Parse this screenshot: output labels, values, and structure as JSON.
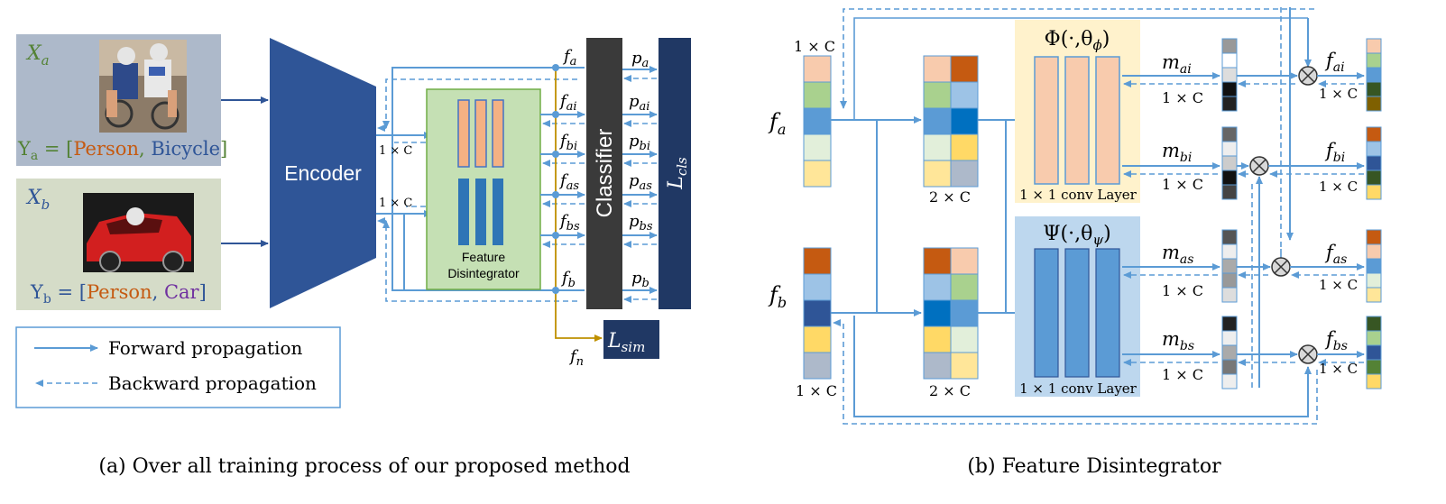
{
  "panel_a": {
    "input_a": {
      "x_label": "X",
      "x_sub": "a",
      "y_prefix": "Y",
      "y_sub": "a",
      "y_eq": " = [",
      "cls1": "Person",
      "sep": ", ",
      "cls2": "Bicycle",
      "end": "]"
    },
    "input_b": {
      "x_label": "X",
      "x_sub": "b",
      "y_prefix": "Y",
      "y_sub": "b",
      "y_eq": " = [",
      "cls1": "Person",
      "sep": ", ",
      "cls2": "Car",
      "end": "]"
    },
    "encoder_label": "Encoder",
    "dim_label_1": "1 × C",
    "dim_label_2": "1 × C",
    "disintegrator_label_1": "Feature",
    "disintegrator_label_2": "Disintegrator",
    "features": [
      "f",
      "f",
      "f",
      "f",
      "f",
      "f"
    ],
    "feature_subs": [
      "a",
      "ai",
      "bi",
      "as",
      "bs",
      "b"
    ],
    "probs": [
      "p",
      "p",
      "p",
      "p",
      "p",
      "p"
    ],
    "prob_subs": [
      "a",
      "ai",
      "bi",
      "as",
      "bs",
      "b"
    ],
    "classifier_label": "Classifier",
    "lcls_label": "L",
    "lcls_sub": "cls",
    "lsim_label": "L",
    "lsim_sub": "sim",
    "fn_label": "f",
    "fn_sub": "n",
    "legend": {
      "forward": "Forward propagation",
      "backward": "Backward propagation"
    },
    "caption": "(a) Over all training process of our proposed method"
  },
  "panel_b": {
    "fa_label": "f",
    "fa_sub": "a",
    "fb_label": "f",
    "fb_sub": "b",
    "dim_1c_top": "1 × C",
    "dim_1c_bottom": "1 × C",
    "dim_2c_top": "2 × C",
    "dim_2c_bottom": "2 × C",
    "phi_label": "Φ(·,θ",
    "phi_sub": "ϕ",
    "phi_end": ")",
    "psi_label": "Ψ(·,θ",
    "psi_sub": "ψ",
    "psi_end": ")",
    "conv_label_1": "1 × 1 conv Layer",
    "conv_label_2": "1 × 1 conv Layer",
    "masks": [
      "m",
      "m",
      "m",
      "m"
    ],
    "mask_subs": [
      "ai",
      "bi",
      "as",
      "bs"
    ],
    "mask_dims": [
      "1 × C",
      "1 × C",
      "1 × C",
      "1 × C"
    ],
    "outputs": [
      "f",
      "f",
      "f",
      "f"
    ],
    "output_subs": [
      "ai",
      "bi",
      "as",
      "bs"
    ],
    "output_dims": [
      "1 × C",
      "1 × C",
      "1 × C",
      "1 × C"
    ],
    "caption": "(b) Feature Disintegrator"
  },
  "colors": {
    "encoder": "#2f5597",
    "classifier": "#3a3a3a",
    "lcls": "#203864",
    "lsim": "#203864",
    "disintegrator_bg": "#c5e0b4",
    "phi_bg": "#fff2cc",
    "psi_bg": "#bdd7ee",
    "arrow": "#5b9bd5",
    "fn_arrow": "#bf9000"
  },
  "icons": {
    "multiply": "circled-times-icon",
    "photo_a": "cyclist-photo",
    "photo_b": "red-car-photo"
  }
}
